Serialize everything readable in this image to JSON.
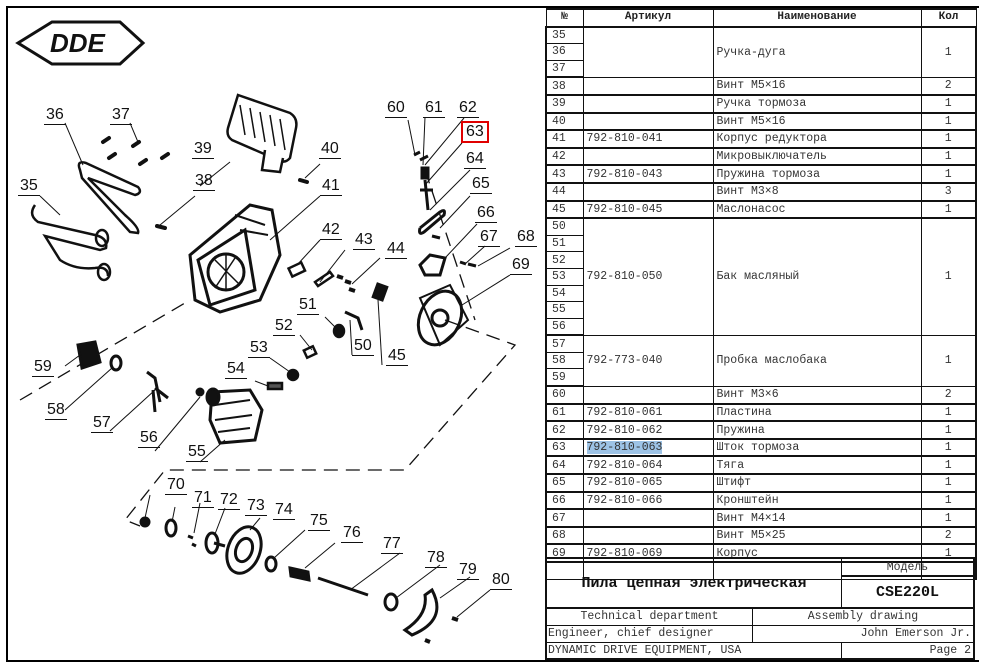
{
  "document": {
    "logo_text": "DDE",
    "drawing_callouts": [
      {
        "id": "35",
        "label": "35"
      },
      {
        "id": "36",
        "label": "36"
      },
      {
        "id": "37",
        "label": "37"
      },
      {
        "id": "38",
        "label": "38"
      },
      {
        "id": "39",
        "label": "39"
      },
      {
        "id": "40",
        "label": "40"
      },
      {
        "id": "41",
        "label": "41"
      },
      {
        "id": "42",
        "label": "42"
      },
      {
        "id": "43",
        "label": "43"
      },
      {
        "id": "44",
        "label": "44"
      },
      {
        "id": "45",
        "label": "45"
      },
      {
        "id": "50",
        "label": "50"
      },
      {
        "id": "51",
        "label": "51"
      },
      {
        "id": "52",
        "label": "52"
      },
      {
        "id": "53",
        "label": "53"
      },
      {
        "id": "54",
        "label": "54"
      },
      {
        "id": "55",
        "label": "55"
      },
      {
        "id": "56",
        "label": "56"
      },
      {
        "id": "57",
        "label": "57"
      },
      {
        "id": "58",
        "label": "58"
      },
      {
        "id": "59",
        "label": "59"
      },
      {
        "id": "60",
        "label": "60"
      },
      {
        "id": "61",
        "label": "61"
      },
      {
        "id": "62",
        "label": "62"
      },
      {
        "id": "63",
        "label": "63",
        "highlighted": true,
        "highlight_color": "#e00000"
      },
      {
        "id": "64",
        "label": "64"
      },
      {
        "id": "65",
        "label": "65"
      },
      {
        "id": "66",
        "label": "66"
      },
      {
        "id": "67",
        "label": "67"
      },
      {
        "id": "68",
        "label": "68"
      },
      {
        "id": "69",
        "label": "69"
      },
      {
        "id": "70",
        "label": "70"
      },
      {
        "id": "71",
        "label": "71"
      },
      {
        "id": "72",
        "label": "72"
      },
      {
        "id": "73",
        "label": "73"
      },
      {
        "id": "74",
        "label": "74"
      },
      {
        "id": "75",
        "label": "75"
      },
      {
        "id": "76",
        "label": "76"
      },
      {
        "id": "77",
        "label": "77"
      },
      {
        "id": "78",
        "label": "78"
      },
      {
        "id": "79",
        "label": "79"
      },
      {
        "id": "80",
        "label": "80"
      }
    ]
  },
  "table": {
    "headers": {
      "num": "№",
      "article": "Артикул",
      "name": "Наименование",
      "qty": "Кол"
    },
    "rows": [
      {
        "num": "35",
        "article": "",
        "name": "Ручка-дуга",
        "qty": "1"
      },
      {
        "num": "36",
        "article": "",
        "name": "",
        "qty": ""
      },
      {
        "num": "37",
        "article": "",
        "name": "",
        "qty": ""
      },
      {
        "num": "38",
        "article": "",
        "name": "Винт М5×16",
        "qty": "2"
      },
      {
        "num": "39",
        "article": "",
        "name": "Ручка тормоза",
        "qty": "1"
      },
      {
        "num": "40",
        "article": "",
        "name": "Винт М5×16",
        "qty": "1"
      },
      {
        "num": "41",
        "article": "792-810-041",
        "name": "Корпус редуктора",
        "qty": "1"
      },
      {
        "num": "42",
        "article": "",
        "name": "Микровыключатель",
        "qty": "1"
      },
      {
        "num": "43",
        "article": "792-810-043",
        "name": "Пружина тормоза",
        "qty": "1"
      },
      {
        "num": "44",
        "article": "",
        "name": "Винт М3×8",
        "qty": "3"
      },
      {
        "num": "45",
        "article": "792-810-045",
        "name": "Маслонасос",
        "qty": "1"
      },
      {
        "num": "50",
        "article": "792-810-050",
        "name": "Бак масляный",
        "qty": "1"
      },
      {
        "num": "51",
        "article": "",
        "name": "",
        "qty": ""
      },
      {
        "num": "52",
        "article": "",
        "name": "",
        "qty": ""
      },
      {
        "num": "53",
        "article": "",
        "name": "",
        "qty": ""
      },
      {
        "num": "54",
        "article": "",
        "name": "",
        "qty": ""
      },
      {
        "num": "55",
        "article": "",
        "name": "",
        "qty": ""
      },
      {
        "num": "56",
        "article": "",
        "name": "",
        "qty": ""
      },
      {
        "num": "57",
        "article": "792-773-040",
        "name": "Пробка маслобака",
        "qty": "1"
      },
      {
        "num": "58",
        "article": "",
        "name": "",
        "qty": ""
      },
      {
        "num": "59",
        "article": "",
        "name": "",
        "qty": ""
      },
      {
        "num": "60",
        "article": "",
        "name": "Винт М3×6",
        "qty": "2"
      },
      {
        "num": "61",
        "article": "792-810-061",
        "name": "Пластина",
        "qty": "1"
      },
      {
        "num": "62",
        "article": "792-810-062",
        "name": "Пружина",
        "qty": "1"
      },
      {
        "num": "63",
        "article": "792-810-063",
        "name": "Шток тормоза",
        "qty": "1",
        "article_selected": true
      },
      {
        "num": "64",
        "article": "792-810-064",
        "name": "Тяга",
        "qty": "1"
      },
      {
        "num": "65",
        "article": "792-810-065",
        "name": "Штифт",
        "qty": "1"
      },
      {
        "num": "66",
        "article": "792-810-066",
        "name": "Кронштейн",
        "qty": "1"
      },
      {
        "num": "67",
        "article": "",
        "name": "Винт М4×14",
        "qty": "1"
      },
      {
        "num": "68",
        "article": "",
        "name": "Винт М5×25",
        "qty": "2"
      },
      {
        "num": "69",
        "article": "792-810-069",
        "name": "Корпус",
        "qty": "1"
      },
      {
        "num": "",
        "article": "",
        "name": "",
        "qty": ""
      }
    ],
    "selection_color": "#9dc3e6"
  },
  "title_block": {
    "product_name": "Пила цепная электрическая",
    "model_label": "Модель",
    "model": "CSE220L",
    "department": "Technical department",
    "drawing_type": "Assembly drawing",
    "role": "Engineer, chief designer",
    "person": "John Emerson Jr.",
    "company": "DYNAMIC DRIVE EQUIPMENT, USA",
    "page": "Page 2"
  }
}
